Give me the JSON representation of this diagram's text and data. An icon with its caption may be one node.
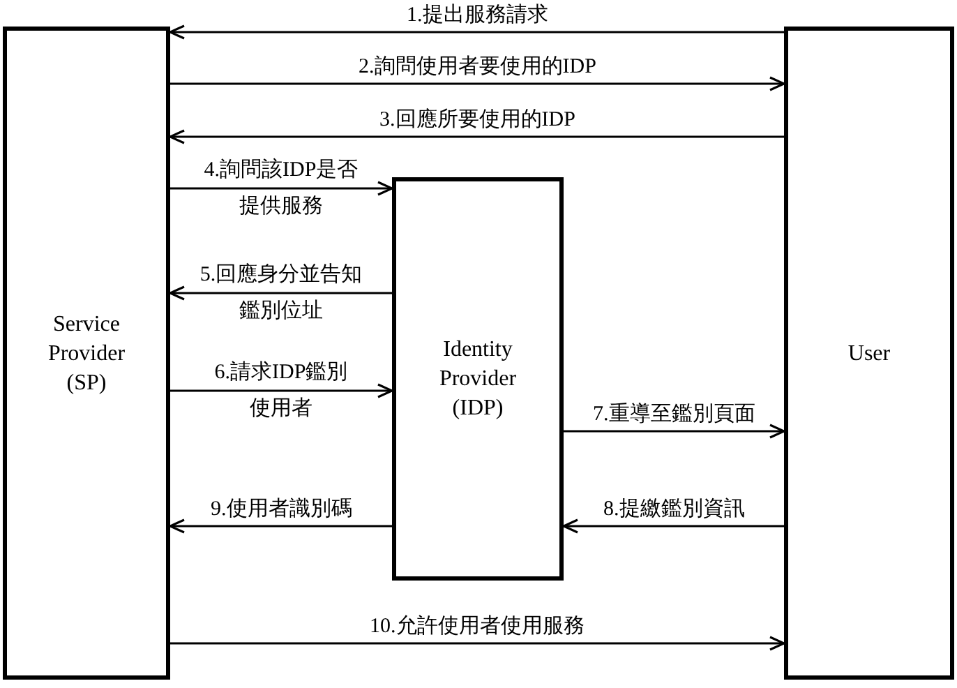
{
  "diagram": {
    "nodes": [
      {
        "text": [
          "Service Provider (SP)"
        ]
      },
      {
        "text": [
          "Identity Provider (IDP)"
        ]
      },
      {
        "text": [
          "User"
        ]
      }
    ],
    "edges": [
      {
        "from": 2,
        "to": 0,
        "arrow": "to",
        "label": "1.提出服務請求"
      },
      {
        "from": 0,
        "to": 2,
        "arrow": "to",
        "label": "2.詢問使用者要使用的IDP"
      },
      {
        "from": 2,
        "to": 0,
        "arrow": "to",
        "label": "3.回應所要使用的IDP"
      },
      {
        "from": 0,
        "to": 1,
        "arrow": "to",
        "label": "4.詢問該IDP是否提供服務"
      },
      {
        "from": 1,
        "to": 0,
        "arrow": "to",
        "label": "5.回應身分並告知鑑別位址"
      },
      {
        "from": 0,
        "to": 1,
        "arrow": "to",
        "label": "6.請求IDP鑑別使用者"
      },
      {
        "from": 1,
        "to": 2,
        "arrow": "to",
        "label": "7.重導至鑑別頁面"
      },
      {
        "from": 2,
        "to": 1,
        "arrow": "to",
        "label": "8.提繳鑑別資訊"
      },
      {
        "from": 1,
        "to": 0,
        "arrow": "to",
        "label": "9.使用者識別碼"
      },
      {
        "from": 0,
        "to": 2,
        "arrow": "to",
        "label": "10.允許使用者使用服務"
      }
    ]
  }
}
